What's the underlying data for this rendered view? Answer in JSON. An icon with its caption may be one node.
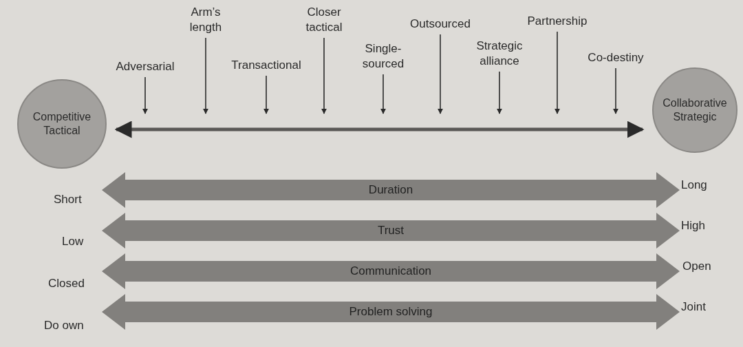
{
  "diagram": {
    "nodes": [
      {
        "text": [
          "Competitive Tactical"
        ]
      },
      {
        "text": [
          "Collaborative Strategic"
        ]
      },
      {
        "text": [
          "Adversarial"
        ]
      },
      {
        "text": [
          "Arm’s length"
        ]
      },
      {
        "text": [
          "Transactional"
        ]
      },
      {
        "text": [
          "Closer tactical"
        ]
      },
      {
        "text": [
          "Single-sourced"
        ]
      },
      {
        "text": [
          "Outsourced"
        ]
      },
      {
        "text": [
          "Strategic alliance"
        ]
      },
      {
        "text": [
          "Partnership"
        ]
      },
      {
        "text": [
          "Co-destiny"
        ]
      },
      {
        "text": [
          "Duration"
        ],
        "beside": [
          "Short",
          "Long"
        ]
      },
      {
        "text": [
          "Trust"
        ],
        "beside": [
          "Low",
          "High"
        ]
      },
      {
        "text": [
          "Communication"
        ],
        "beside": [
          "Closed",
          "Open"
        ]
      },
      {
        "text": [
          "Problem solving"
        ],
        "beside": [
          "Do own",
          "Joint"
        ]
      }
    ],
    "edges": [
      {
        "from": 0,
        "to": 1,
        "arrow": "both",
        "style": "thick"
      },
      {
        "from": 2,
        "to": null,
        "arrow": "to"
      },
      {
        "from": 3,
        "to": null,
        "arrow": "to"
      },
      {
        "from": 4,
        "to": null,
        "arrow": "to"
      },
      {
        "from": 5,
        "to": null,
        "arrow": "to"
      },
      {
        "from": 6,
        "to": null,
        "arrow": "to"
      },
      {
        "from": 7,
        "to": null,
        "arrow": "to"
      },
      {
        "from": 8,
        "to": null,
        "arrow": "to"
      },
      {
        "from": 9,
        "to": null,
        "arrow": "to"
      },
      {
        "from": 10,
        "to": null,
        "arrow": "to"
      }
    ]
  }
}
